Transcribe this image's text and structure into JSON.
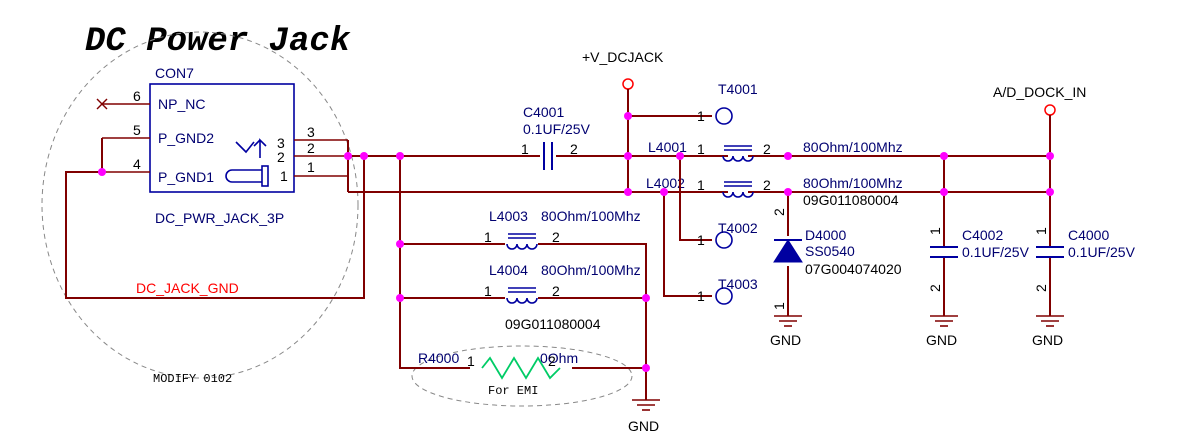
{
  "title": "DC Power Jack",
  "connector": {
    "ref": "CON7",
    "part": "DC_PWR_JACK_3P",
    "pin_names": [
      "NP_NC",
      "P_GND2",
      "P_GND1"
    ],
    "outer_pins": [
      "6",
      "5",
      "4"
    ],
    "inner_pins": [
      "3",
      "2",
      "1"
    ],
    "right_pins": [
      "3",
      "2",
      "1"
    ]
  },
  "net_labels": {
    "dc_jack": "+V_DCJACK",
    "dock_in": "A/D_DOCK_IN",
    "jack_gnd": "DC_JACK_GND",
    "gnd": "GND"
  },
  "notes": {
    "modify": "MODIFY 0102",
    "emi": "For EMI"
  },
  "components": {
    "c4001": {
      "ref": "C4001",
      "value": "0.1UF/25V",
      "pin1": "1",
      "pin2": "2"
    },
    "t4001": {
      "ref": "T4001",
      "pin": "1"
    },
    "t4002": {
      "ref": "T4002",
      "pin": "1"
    },
    "t4003": {
      "ref": "T4003",
      "pin": "1"
    },
    "l4001": {
      "ref": "L4001",
      "value": "80Ohm/100Mhz",
      "pin1": "1",
      "pin2": "2"
    },
    "l4002": {
      "ref": "L4002",
      "value": "80Ohm/100Mhz",
      "part": "09G011080004",
      "pin1": "1",
      "pin2": "2"
    },
    "l4003": {
      "ref": "L4003",
      "value": "80Ohm/100Mhz",
      "pin1": "1",
      "pin2": "2"
    },
    "l4004": {
      "ref": "L4004",
      "value": "80Ohm/100Mhz",
      "part": "09G011080004",
      "pin1": "1",
      "pin2": "2"
    },
    "d4000": {
      "ref": "D4000",
      "value": "SS0540",
      "part": "07G004074020",
      "pin1": "1",
      "pin2": "2"
    },
    "c4002": {
      "ref": "C4002",
      "value": "0.1UF/25V",
      "pin1": "1",
      "pin2": "2"
    },
    "c4000": {
      "ref": "C4000",
      "value": "0.1UF/25V",
      "pin1": "1",
      "pin2": "2"
    },
    "r4000": {
      "ref": "R4000",
      "value": "0Ohm",
      "pin1": "1",
      "pin2": "2"
    }
  },
  "colors": {
    "wire": "#800000",
    "symbol": "#0000a0",
    "junction": "#ff00ff",
    "net_label_red": "#ff0000",
    "resistor": "#00cc66"
  }
}
